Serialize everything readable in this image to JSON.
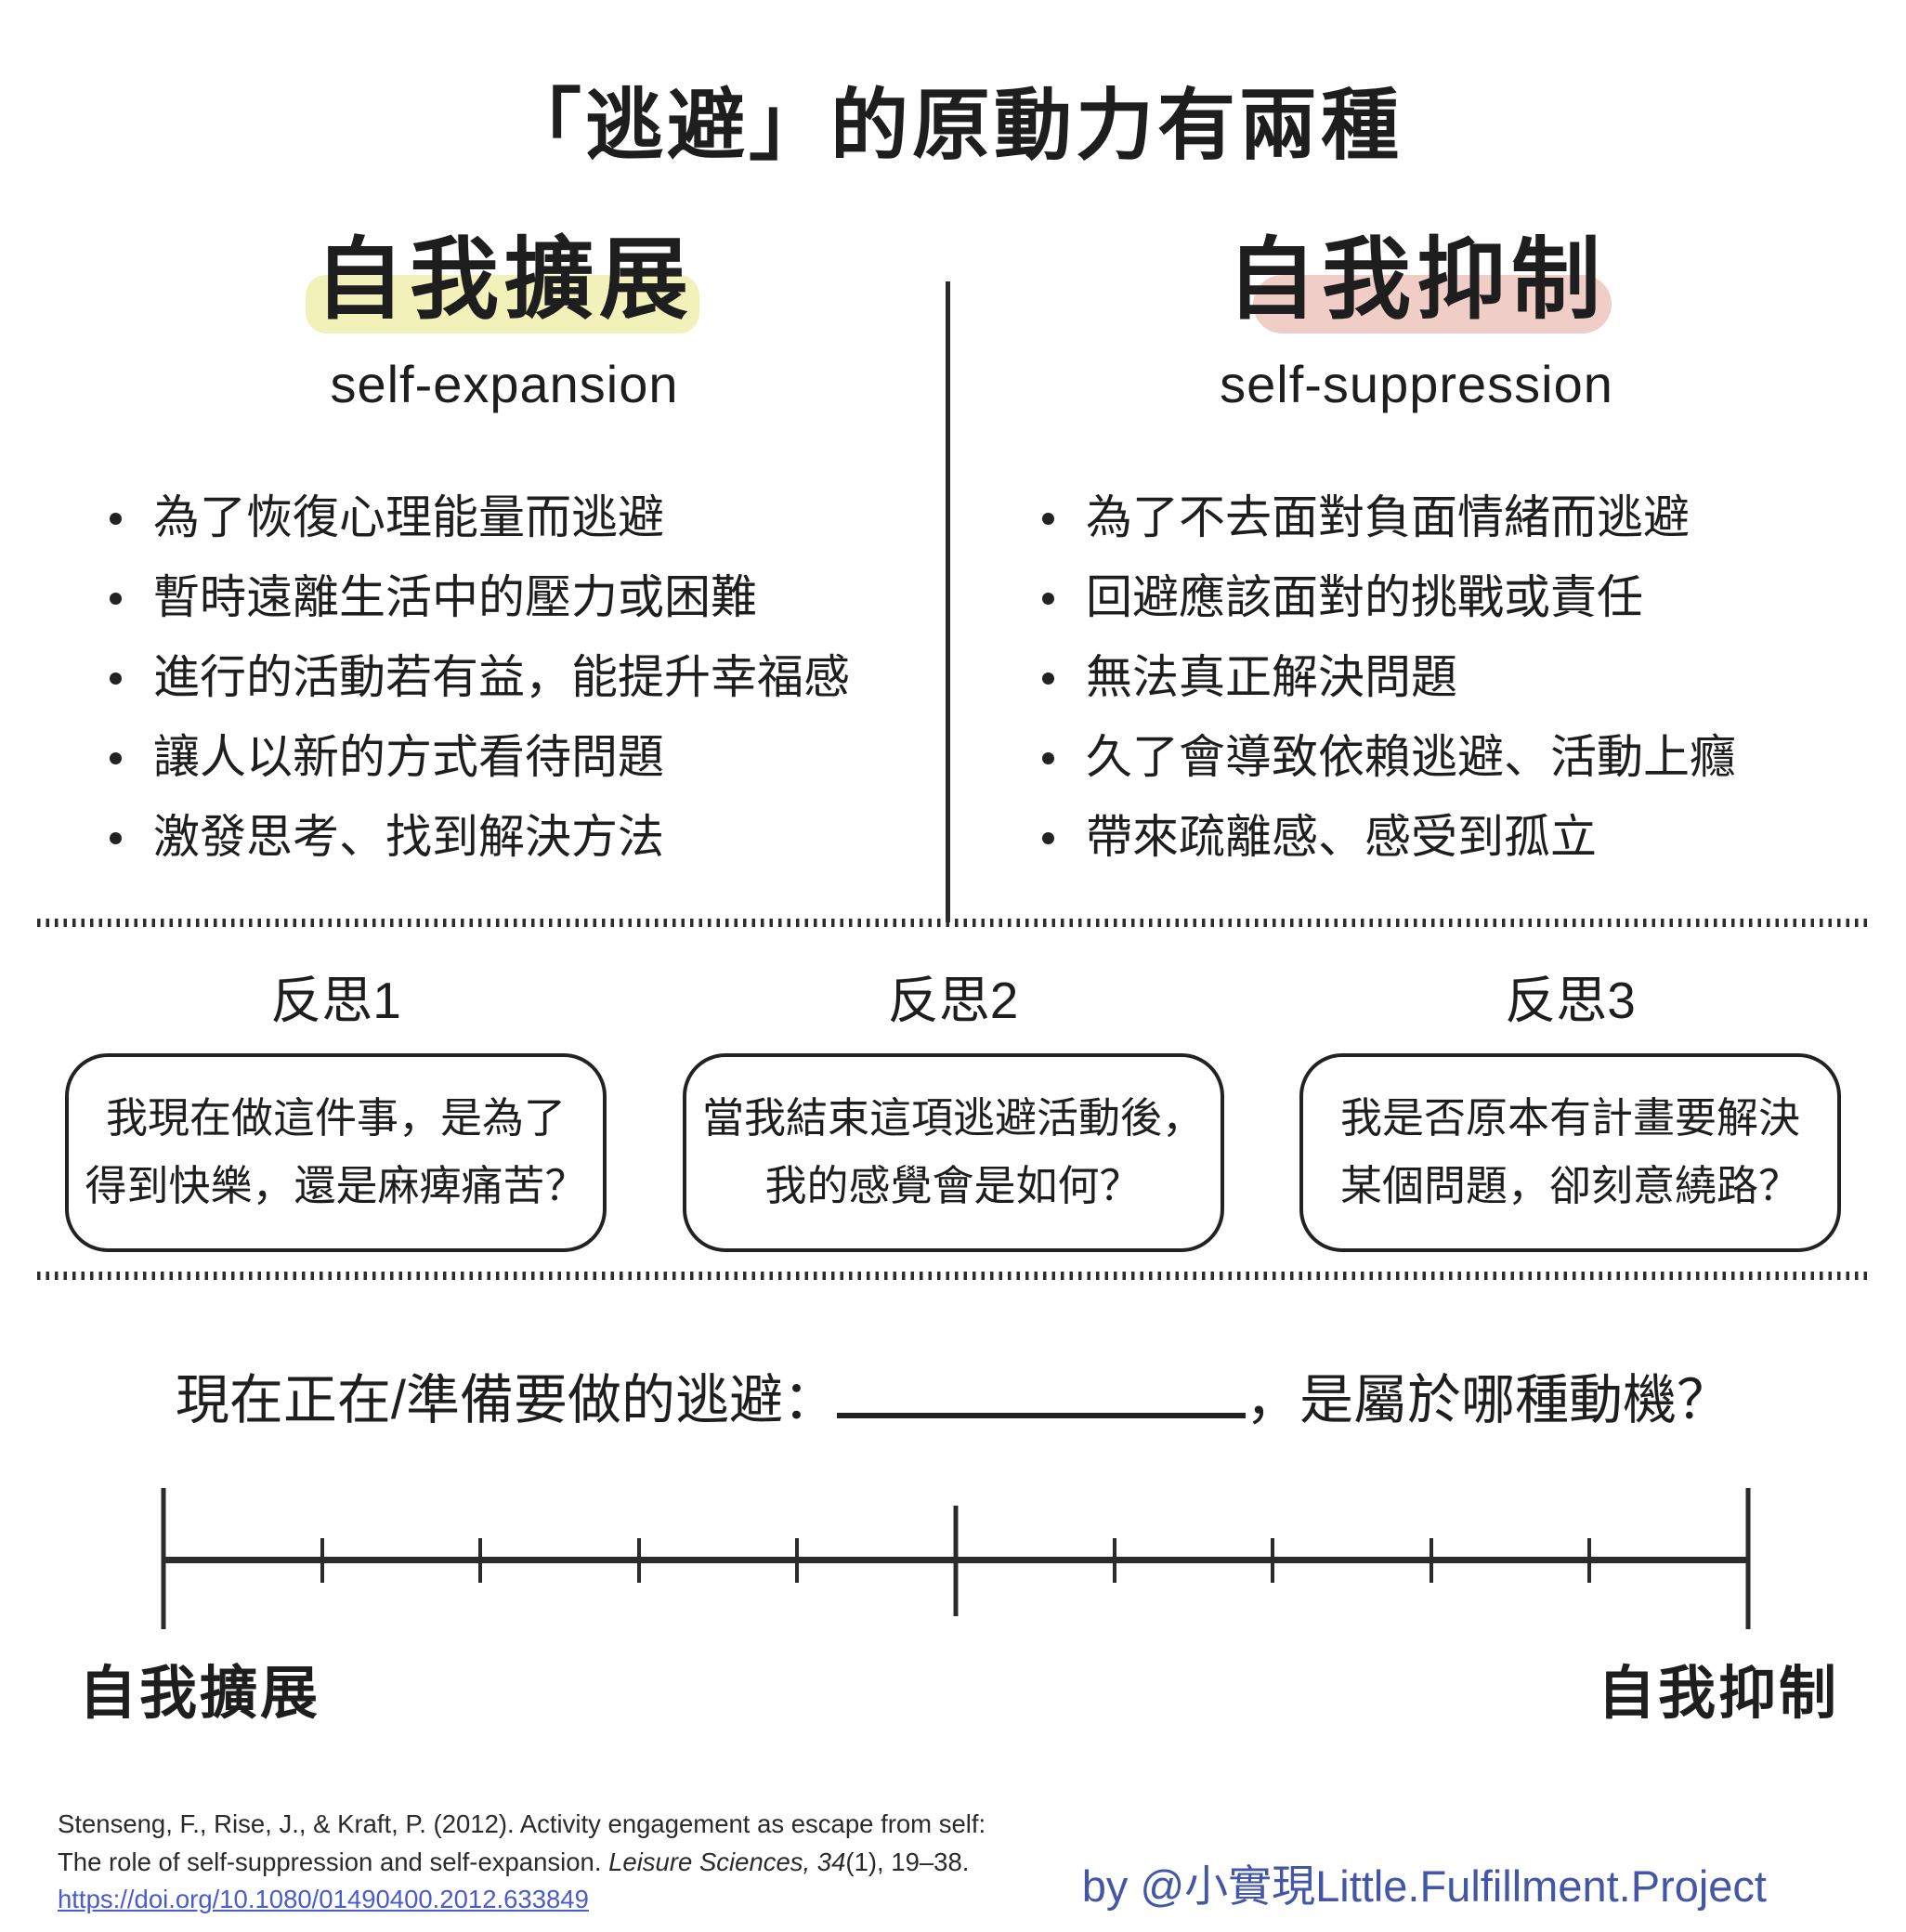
{
  "title": "「逃避」的原動力有兩種",
  "left_column": {
    "heading": "自我擴展",
    "subheading": "self-expansion",
    "highlight_color": "#f3f1ba",
    "bullets": [
      "為了恢復心理能量而逃避",
      "暫時遠離生活中的壓力或困難",
      "進行的活動若有益，能提升幸福感",
      "讓人以新的方式看待問題",
      "激發思考、找到解決方法"
    ]
  },
  "right_column": {
    "heading": "自我抑制",
    "subheading": "self-suppression",
    "highlight_color": "#f0cdc6",
    "bullets": [
      "為了不去面對負面情緒而逃避",
      "回避應該面對的挑戰或責任",
      "無法真正解決問題",
      "久了會導致依賴逃避、活動上癮",
      "帶來疏離感、感受到孤立"
    ]
  },
  "reflections": [
    {
      "label": "反思1",
      "line1": "我現在做這件事，是為了",
      "line2": "得到快樂，還是麻痺痛苦？"
    },
    {
      "label": "反思2",
      "line1": "當我結束這項逃避活動後，",
      "line2": "我的感覺會是如何？"
    },
    {
      "label": "反思3",
      "line1": "我是否原本有計畫要解決",
      "line2": "某個問題，卻刻意繞路？"
    }
  ],
  "prompt": {
    "before_blank": "現在正在/準備要做的逃避：",
    "after_blank": "，是屬於哪種動機？"
  },
  "scale": {
    "left_label": "自我擴展",
    "right_label": "自我抑制",
    "tick_count": 11
  },
  "footer": {
    "citation_line1": "Stenseng, F., Rise, J., & Kraft, P. (2012). Activity engagement as escape from self:",
    "citation_line2_pre": "The role of self-suppression and self-expansion. ",
    "citation_line2_italic": "Leisure Sciences, 34",
    "citation_line2_post": "(1), 19–38.",
    "citation_link": "https://doi.org/10.1080/01490400.2012.633849",
    "link_color": "#4a5bcd",
    "credit": "by @小實現Little.Fulfillment.Project",
    "credit_color": "#4456a6"
  }
}
